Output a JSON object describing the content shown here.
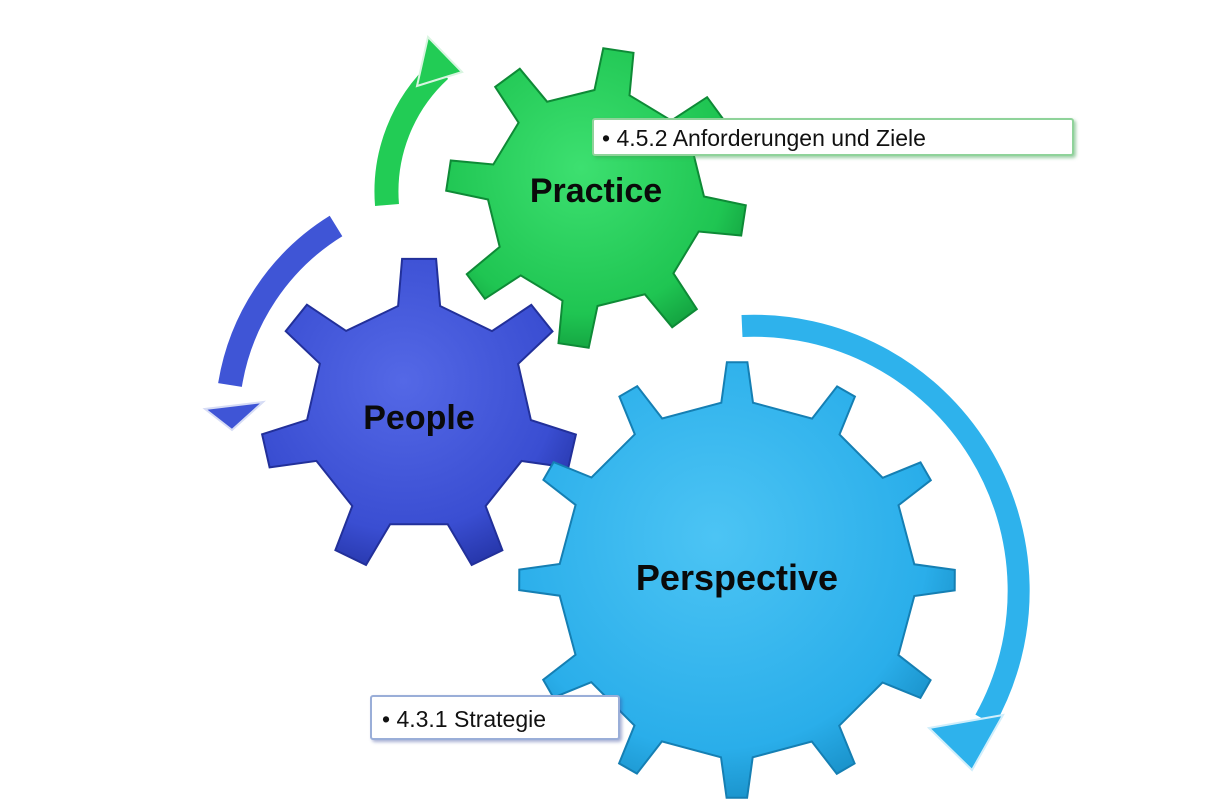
{
  "gears": {
    "practice": {
      "label": "Practice",
      "color": "#22cc55"
    },
    "people": {
      "label": "People",
      "color": "#3f55d6"
    },
    "perspective": {
      "label": "Perspective",
      "color": "#2eb2ec"
    }
  },
  "callouts": {
    "practice": "• 4.5.2 Anforderungen und Ziele",
    "perspective": "• 4.3.1 Strategie"
  },
  "arrows": {
    "practice_color": "#22cc55",
    "people_color": "#3f55d6",
    "perspective_color": "#2eb2ec"
  }
}
